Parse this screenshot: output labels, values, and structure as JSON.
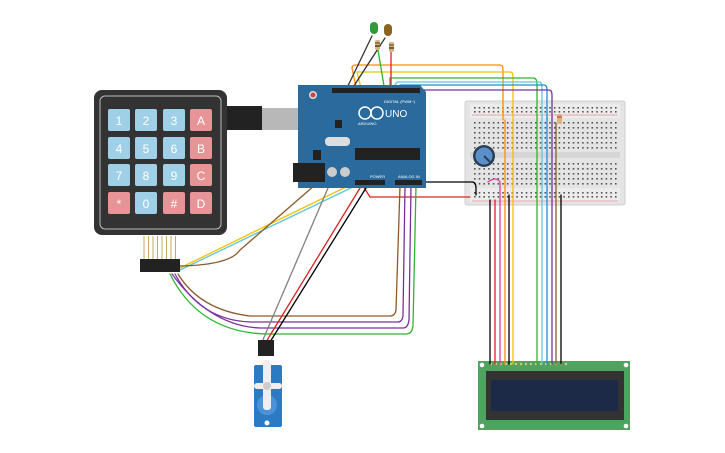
{
  "keypad": {
    "keys": [
      [
        "1",
        "2",
        "3",
        "A"
      ],
      [
        "4",
        "5",
        "6",
        "B"
      ],
      [
        "7",
        "8",
        "9",
        "C"
      ],
      [
        "*",
        "0",
        "#",
        "D"
      ]
    ],
    "colors": {
      "number_key": "#9fd0e8",
      "letter_key": "#e79497",
      "body": "#333333"
    }
  },
  "arduino": {
    "model": "UNO",
    "brand": "ARDUINO",
    "digital_label": "DIGITAL (PWM~)",
    "power_label": "POWER",
    "analog_label": "ANALOG IN",
    "board_color": "#2b6a9c"
  },
  "leds": [
    {
      "color": "#2f9a3a"
    },
    {
      "color": "#8a6420"
    }
  ],
  "lcd": {
    "board_color": "#4fa35e",
    "screen_color": "#1c2a48"
  },
  "servo": {
    "color": "#2b7ac4"
  },
  "wire_colors": [
    "#000000",
    "#e02020",
    "#ff8c00",
    "#f2c200",
    "#2db52d",
    "#60c6d6",
    "#1a8fd1",
    "#7a2fa0",
    "#8b5a2b",
    "#808080",
    "#e03aa0"
  ]
}
